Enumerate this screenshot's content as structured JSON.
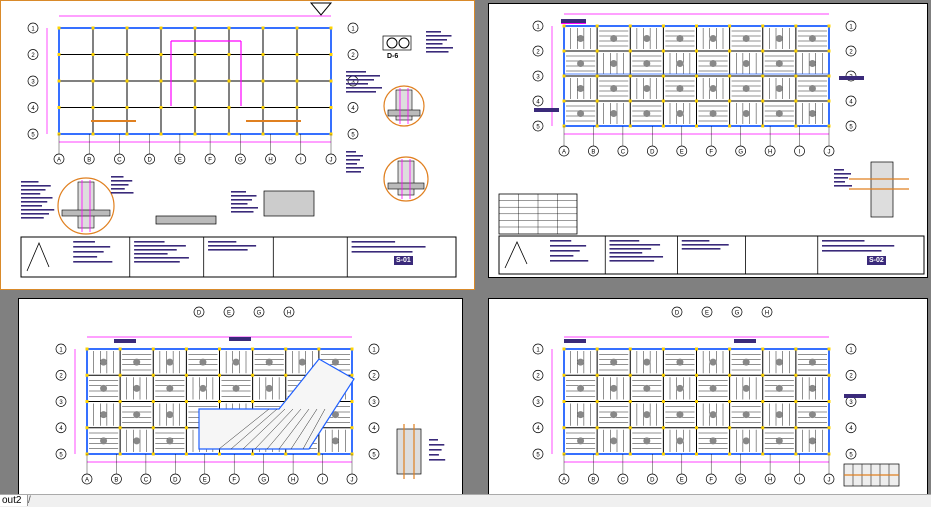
{
  "sheets": [
    {
      "id": "sheet-1",
      "code": "S-01",
      "bubbles": [
        "A",
        "B",
        "C",
        "D",
        "E",
        "F",
        "G",
        "H",
        "I",
        "J"
      ],
      "rows": [
        "1",
        "2",
        "3",
        "4",
        "5"
      ],
      "detail_label": "D-6"
    },
    {
      "id": "sheet-2",
      "code": "S-02",
      "bubbles": [
        "A",
        "B",
        "C",
        "D",
        "E",
        "F",
        "G",
        "H",
        "I",
        "J"
      ],
      "rows": [
        "1",
        "2",
        "3",
        "4",
        "5"
      ]
    },
    {
      "id": "sheet-3",
      "code": "",
      "bubbles": [
        "A",
        "B",
        "C",
        "D",
        "E",
        "F",
        "G",
        "H",
        "I",
        "J"
      ],
      "top_bubbles": [
        "D",
        "E",
        "G",
        "H"
      ],
      "rows": [
        "1",
        "2",
        "3",
        "4",
        "5"
      ]
    },
    {
      "id": "sheet-4",
      "code": "",
      "bubbles": [
        "A",
        "B",
        "C",
        "D",
        "E",
        "F",
        "G",
        "H",
        "I",
        "J"
      ],
      "top_bubbles": [
        "D",
        "E",
        "G",
        "H"
      ],
      "rows": [
        "1",
        "2",
        "3",
        "4",
        "5"
      ]
    }
  ],
  "layout_tab": {
    "label": "out2"
  },
  "colors": {
    "background": "#808080",
    "magenta": "#ff00ff",
    "blue": "#2060ff",
    "orange": "#e08020",
    "purple": "#3a2a7a",
    "yellow": "#ffd400"
  }
}
